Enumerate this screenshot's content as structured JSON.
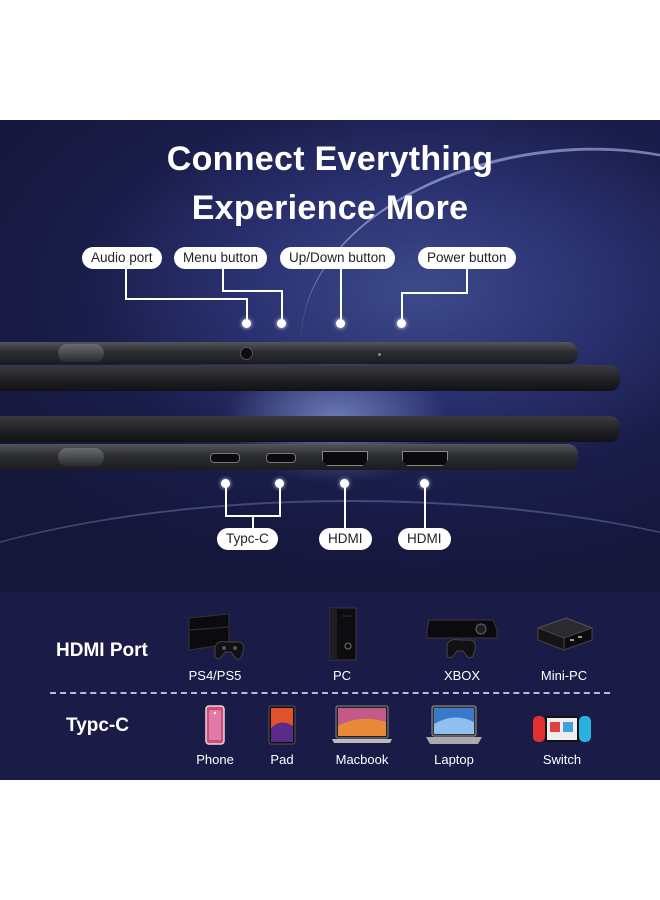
{
  "headline": {
    "line1": "Connect Everything",
    "line2": "Experience More"
  },
  "top_callouts": [
    "Audio port",
    "Menu button",
    "Up/Down button",
    "Power button"
  ],
  "bottom_callouts": [
    "Typc-C",
    "HDMI",
    "HDMI"
  ],
  "compat": {
    "hdmi_row": {
      "label": "HDMI Port",
      "devices": [
        {
          "name": "PS4/PS5",
          "icon": "game-console-icon"
        },
        {
          "name": "PC",
          "icon": "pc-tower-icon"
        },
        {
          "name": "XBOX",
          "icon": "xbox-icon"
        },
        {
          "name": "Mini-PC",
          "icon": "mini-pc-icon"
        }
      ]
    },
    "typec_row": {
      "label": "Typc-C",
      "devices": [
        {
          "name": "Phone",
          "icon": "phone-icon"
        },
        {
          "name": "Pad",
          "icon": "tablet-icon"
        },
        {
          "name": "Macbook",
          "icon": "macbook-icon"
        },
        {
          "name": "Laptop",
          "icon": "laptop-icon"
        },
        {
          "name": "Switch",
          "icon": "switch-icon"
        }
      ]
    }
  },
  "colors": {
    "hero_bg": "#1a1d4a",
    "strip_bg": "#1a1b46",
    "callout_bg": "#ffffff"
  }
}
